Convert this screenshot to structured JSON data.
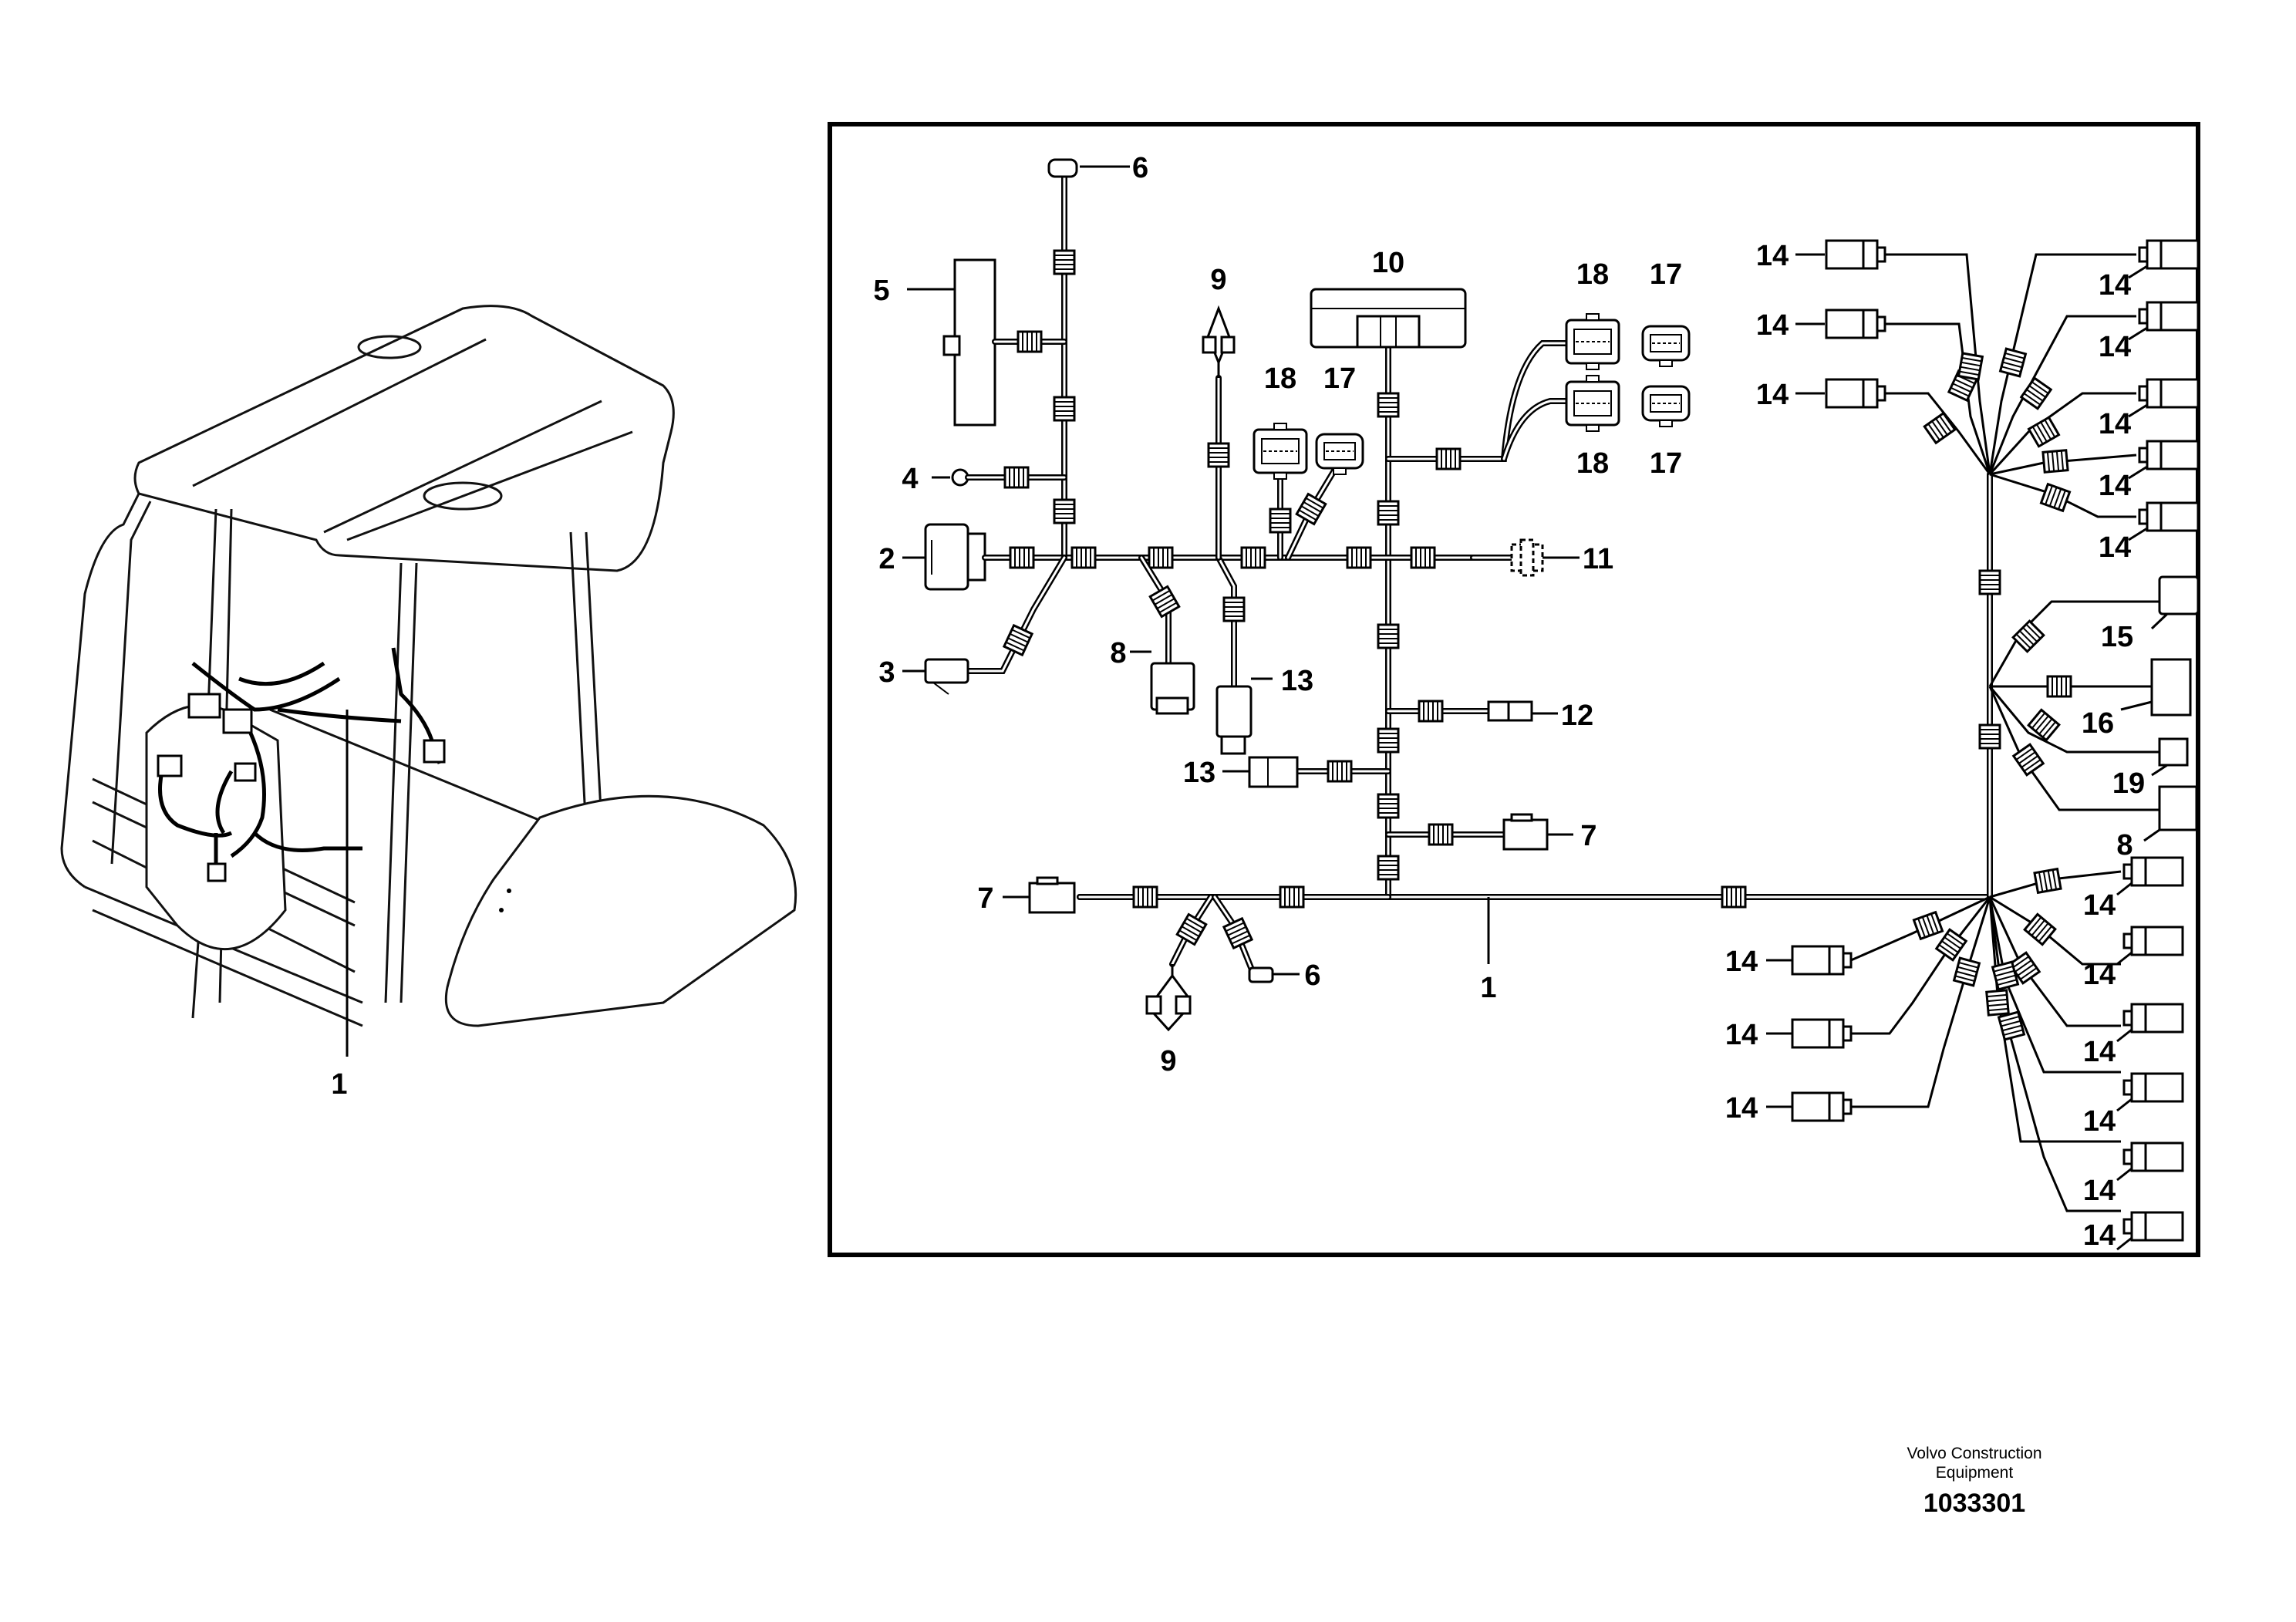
{
  "diagram": {
    "cab_callout": "1",
    "callouts": {
      "c1": "1",
      "c2": "2",
      "c3": "3",
      "c4": "4",
      "c5": "5",
      "c6": "6",
      "c7": "7",
      "c8": "8",
      "c9": "9",
      "c10": "10",
      "c11": "11",
      "c12": "12",
      "c13": "13",
      "c14": "14",
      "c15": "15",
      "c16": "16",
      "c17": "17",
      "c18": "18",
      "c19": "19"
    }
  },
  "footer": {
    "company": "Volvo Construction Equipment",
    "drawing_number": "1033301"
  }
}
